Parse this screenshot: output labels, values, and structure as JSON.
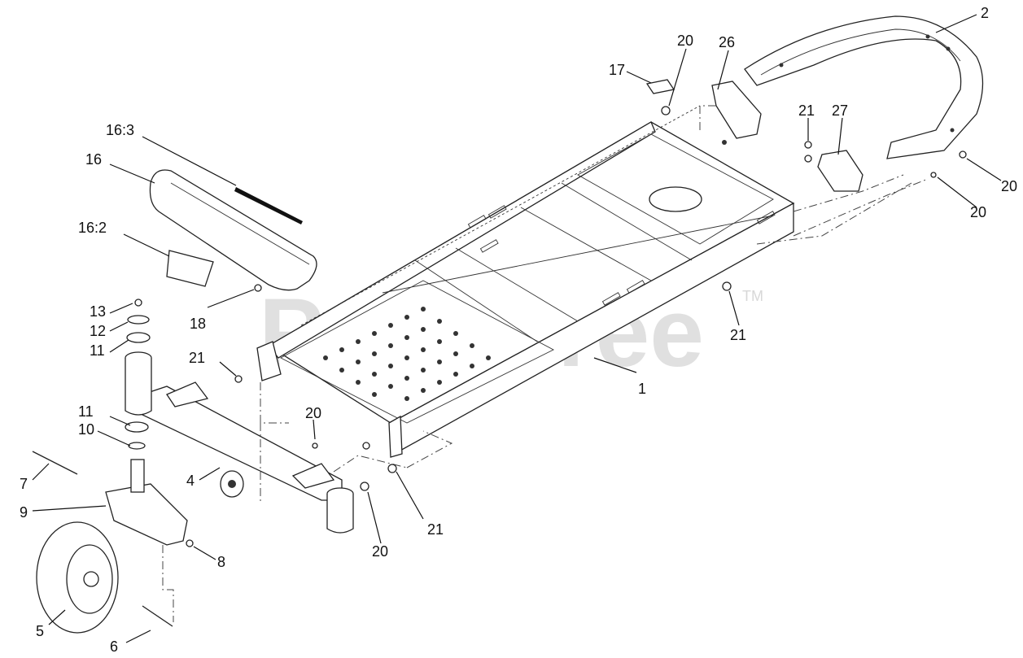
{
  "watermark": {
    "text": "PartsTree",
    "tm": "TM"
  },
  "callouts": {
    "c1": "1",
    "c2": "2",
    "c4": "4",
    "c5": "5",
    "c6": "6",
    "c7": "7",
    "c8": "8",
    "c9": "9",
    "c10": "10",
    "c11a": "11",
    "c11b": "11",
    "c12": "12",
    "c13": "13",
    "c16": "16",
    "c16_2": "16:2",
    "c16_3": "16:3",
    "c17": "17",
    "c18": "18",
    "c20a": "20",
    "c20b": "20",
    "c20c": "20",
    "c20d": "20",
    "c20e": "20",
    "c21a": "21",
    "c21b": "21",
    "c21c": "21",
    "c21d": "21",
    "c26": "26",
    "c27": "27"
  }
}
